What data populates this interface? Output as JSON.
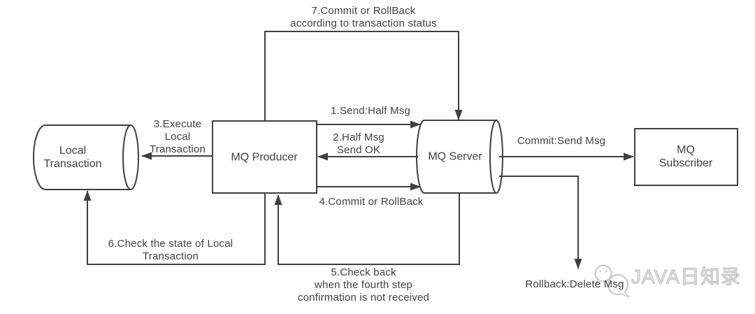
{
  "diagram": {
    "title_hint": "MQ transactional message flow",
    "nodes": {
      "local_transaction": {
        "label": "Local\nTransaction",
        "shape": "cylinder"
      },
      "mq_producer": {
        "label": "MQ Producer",
        "shape": "rectangle"
      },
      "mq_server": {
        "label": "MQ Server",
        "shape": "stored-data-cylinder"
      },
      "mq_subscriber": {
        "label": "MQ Subscriber",
        "shape": "rectangle"
      }
    },
    "edges": {
      "step1": {
        "label": "1.Send:Half Msg",
        "from": "mq_producer",
        "to": "mq_server"
      },
      "step2": {
        "label": "2.Half Msg\nSend OK",
        "from": "mq_server",
        "to": "mq_producer"
      },
      "step3": {
        "label": "3.Execute\nLocal\nTransaction",
        "from": "mq_producer",
        "to": "local_transaction"
      },
      "step4": {
        "label": "4.Commit or RollBack",
        "from": "mq_producer",
        "to": "mq_server"
      },
      "step5": {
        "label": "5.Check back\nwhen the fourth step\nconfirmation is not received",
        "from": "mq_server",
        "to": "mq_producer"
      },
      "step6": {
        "label": "6.Check the state of Local\nTransaction",
        "from": "mq_producer",
        "to": "local_transaction"
      },
      "step7": {
        "label": "7.Commit or RollBack\naccording to transaction status",
        "from": "mq_producer",
        "to": "mq_server"
      },
      "commit": {
        "label": "Commit:Send Msg",
        "from": "mq_server",
        "to": "mq_subscriber"
      },
      "rollback": {
        "label": "Rollback:Delete Msg",
        "from": "mq_server",
        "to": "discard"
      }
    },
    "watermark": {
      "text": "JAVA日知录",
      "icon": "wechat-icon",
      "color": "#c8c8c8"
    },
    "colors": {
      "line": "#3f3f3f",
      "text": "#3f3f3f",
      "background": "#ffffff",
      "watermark": "#c8c8c8"
    }
  }
}
